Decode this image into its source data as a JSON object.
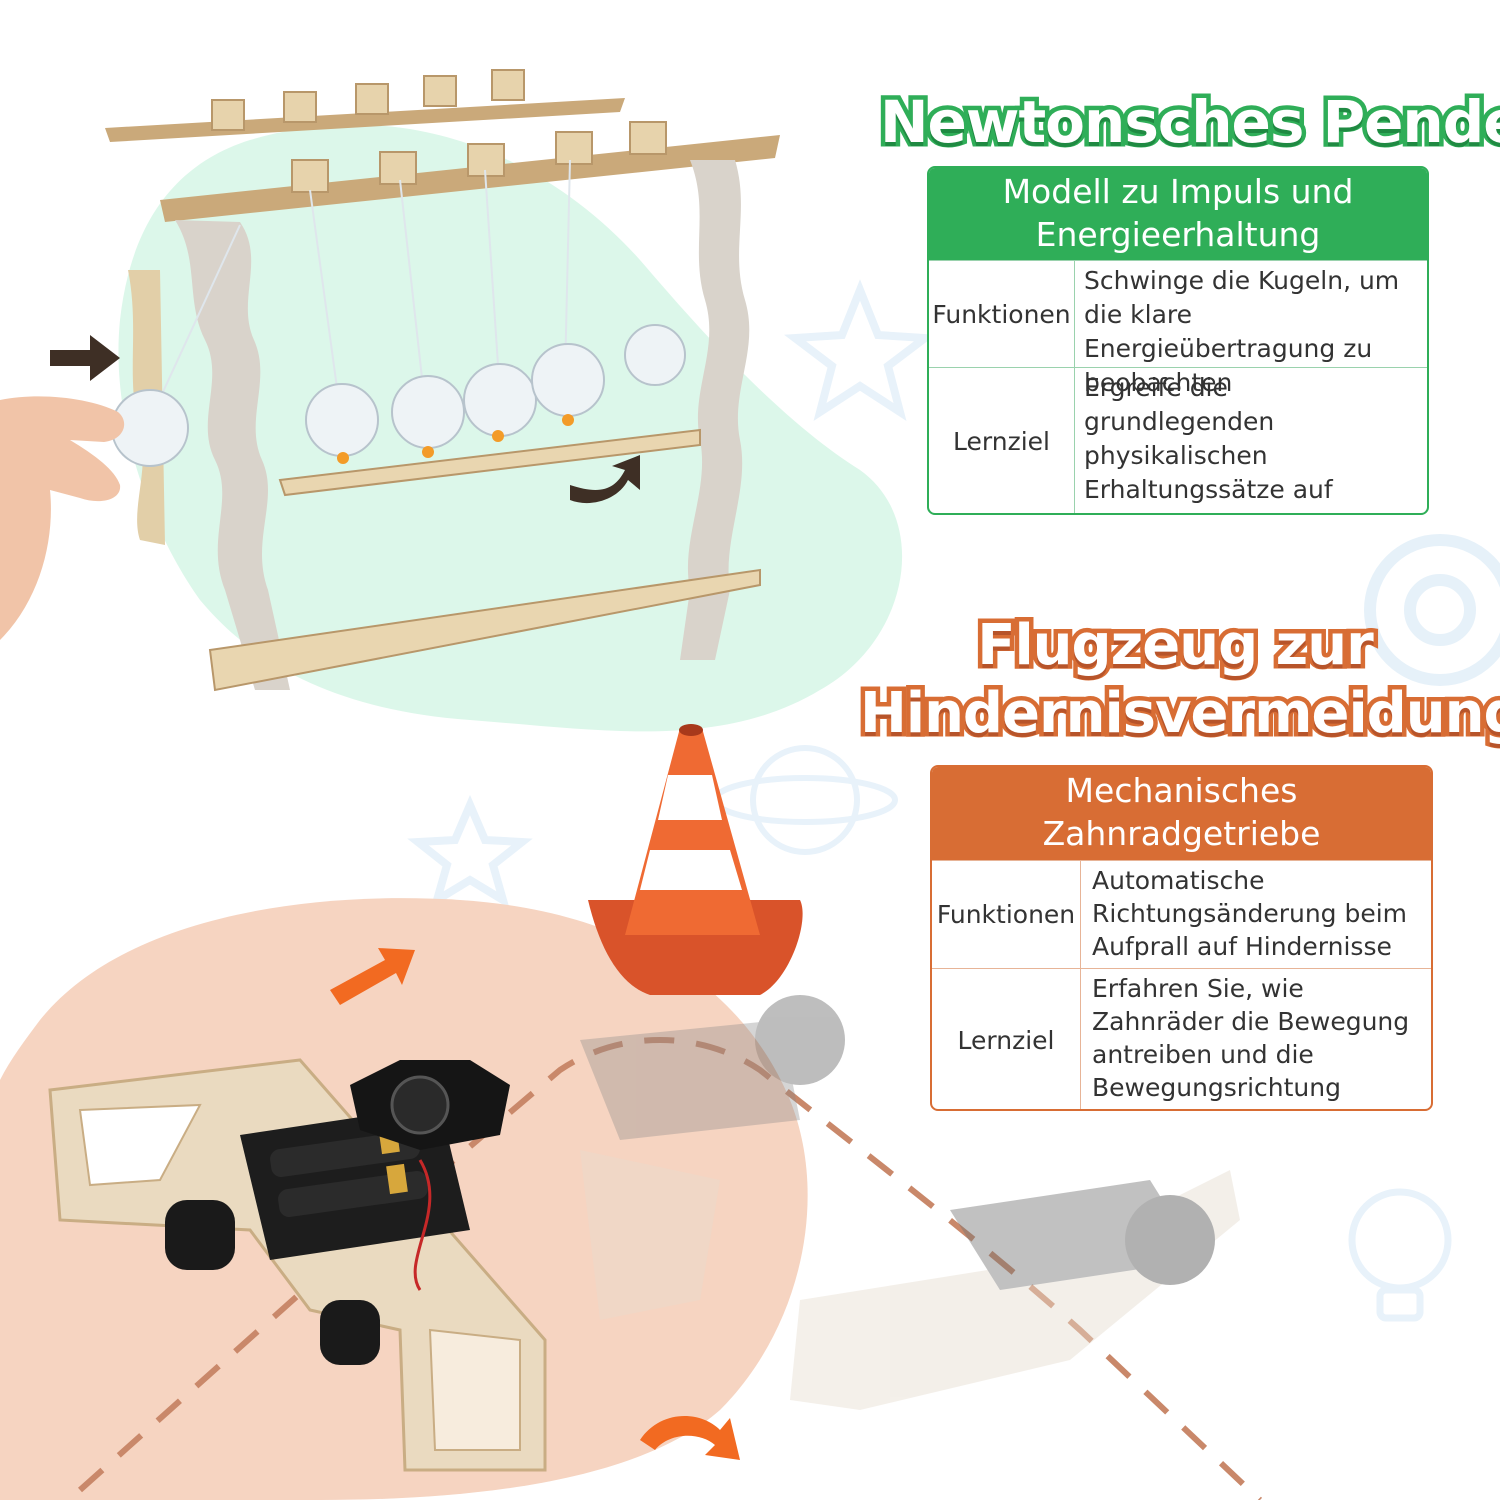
{
  "section_pendulum": {
    "title": "Newtonsches Pendel",
    "accent_color": "#2fae58",
    "table": {
      "header": "Modell zu Impuls und Energieerhaltung",
      "rows": [
        {
          "key": "Funktionen",
          "value": "Schwinge die Kugeln, um die klare Energieübertragung zu beobachten"
        },
        {
          "key": "Lernziel",
          "value": "Ergreife die grundlegenden physikalischen Erhaltungssätze auf einfache Weise"
        }
      ]
    }
  },
  "section_plane": {
    "title_line1": "Flugzeug zur",
    "title_line2": "Hindernisvermeidung",
    "accent_color": "#d86d34",
    "table": {
      "header": "Mechanisches Zahnradgetriebe",
      "rows": [
        {
          "key": "Funktionen",
          "value": "Automatische Richtungsänderung beim Aufprall auf Hindernisse"
        },
        {
          "key": "Lernziel",
          "value": "Erfahren Sie, wie Zahnräder die Bewegung antreiben und die Bewegungsrichtung ändern"
        }
      ]
    }
  },
  "illustrations": {
    "pendulum_icon": "newtons-cradle-wooden-model",
    "plane_icon": "obstacle-avoiding-wooden-plane",
    "cone_icon": "traffic-cone"
  }
}
